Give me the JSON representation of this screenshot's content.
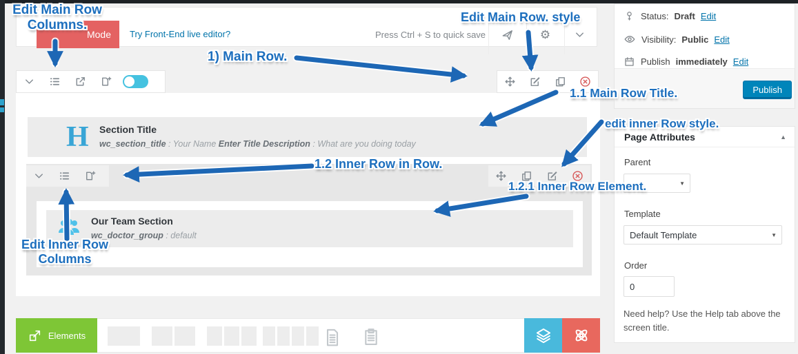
{
  "topbar": {
    "mode_label": "Mode",
    "live_editor_link": "Try Front-End live editor?",
    "quick_save_hint": "Press Ctrl + S to quick save"
  },
  "main_row": {
    "section_title_element": {
      "icon_letter": "H",
      "title": "Section Title",
      "meta_attr1": "wc_section_title",
      "meta_val1": " : Your Name ",
      "meta_attr2": "Enter Title Description",
      "meta_val2": " : What are you doing today"
    },
    "team_element": {
      "title": "Our Team Section",
      "meta_attr": "wc_doctor_group",
      "meta_val": " : default"
    }
  },
  "bottom_bar": {
    "elements_label": "Elements"
  },
  "sidebar": {
    "publish": {
      "status_label": "Status:",
      "status_value": "Draft",
      "status_edit": "Edit",
      "visibility_label": "Visibility:",
      "visibility_value": "Public",
      "visibility_edit": "Edit",
      "schedule_label": "Publish",
      "schedule_value": "immediately",
      "schedule_edit": "Edit",
      "publish_button": "Publish"
    },
    "page_attributes": {
      "title": "Page Attributes",
      "parent_label": "Parent",
      "template_label": "Template",
      "template_value": "Default Template",
      "order_label": "Order",
      "order_value": "0",
      "help_text": "Need help? Use the Help tab above the screen title."
    }
  },
  "annotations": {
    "edit_main_row_columns_l1": "Edit Main Row",
    "edit_main_row_columns_l2": "Columns.",
    "edit_main_row_style": "Edit Main Row. style",
    "main_row": "1) Main Row.",
    "main_row_title": "1.1 Main Row Title.",
    "edit_inner_row_style": "edit inner Row style.",
    "inner_row_in_row": "1.2 Inner Row in Row.",
    "inner_row_element": "1.2.1 Inner Row Element.",
    "edit_inner_row_columns_l1": "Edit Inner Row",
    "edit_inner_row_columns_l2": "Columns"
  },
  "icons": {
    "gear": "⚙",
    "select_arrow": "▼",
    "collapse_arrow": "▲"
  },
  "colors": {
    "annotation_blue": "#1d6fbe",
    "arrow_blue": "#1d67b5",
    "publish_blue": "#0085ba",
    "link_blue": "#0073aa",
    "mode_red": "#e46262",
    "elements_green": "#7ec636",
    "toggle_teal": "#45c2e0",
    "element_icon_blue": "#4fc1e9"
  }
}
